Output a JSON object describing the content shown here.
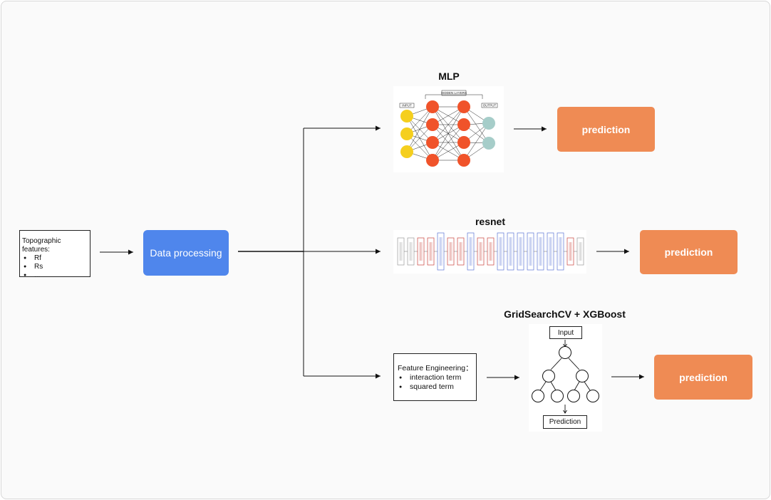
{
  "topographic": {
    "heading": "Topographic  features:",
    "items": [
      "Rf",
      "Rs",
      "..."
    ]
  },
  "data_processing": {
    "label": "Data processing"
  },
  "mlp": {
    "title": "MLP",
    "input_label": "INPUT",
    "hidden_label": "HIDDEN LAYERS",
    "output_label": "OUTPUT"
  },
  "resnet": {
    "title": "resnet"
  },
  "xgboost": {
    "title": "GridSearchCV + XGBoost",
    "input_label": "Input",
    "prediction_label": "Prediction"
  },
  "feature_engineering": {
    "heading": "Feature Engineering：",
    "items": [
      "interaction term",
      "squared term"
    ]
  },
  "predictions": [
    "prediction",
    "prediction",
    "prediction"
  ],
  "colors": {
    "data_processing": "#4f86ec",
    "prediction": "#ef8b54",
    "mlp_input": "#f5cf1e",
    "mlp_hidden": "#f0532a",
    "mlp_output": "#a6cdc9",
    "resnet_blue": "#5b73d6",
    "resnet_red": "#c8413a"
  }
}
